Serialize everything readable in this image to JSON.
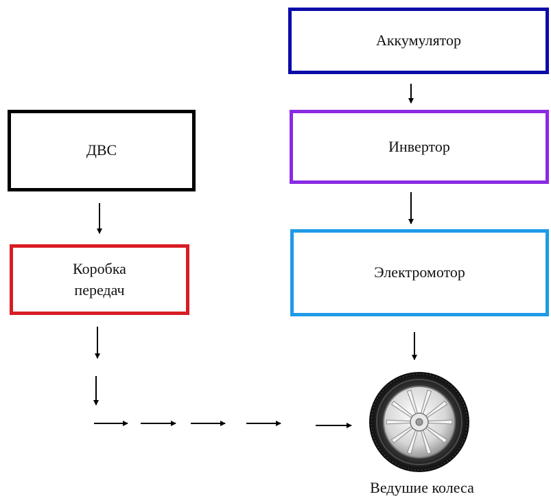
{
  "boxes": {
    "accumulator": {
      "label": "Аккумулятор",
      "color": "#0b0ba8"
    },
    "inverter": {
      "label": "Инвертор",
      "color": "#8a2be2"
    },
    "motor": {
      "label": "Электромотор",
      "color": "#1e9ae6"
    },
    "ice": {
      "label": "ДВС",
      "color": "#000000"
    },
    "gearbox": {
      "label_line1": "Коробка",
      "label_line2": "передач",
      "color": "#d81c24"
    }
  },
  "wheel": {
    "label": "Ведушие колеса",
    "icon": "tire-icon"
  }
}
